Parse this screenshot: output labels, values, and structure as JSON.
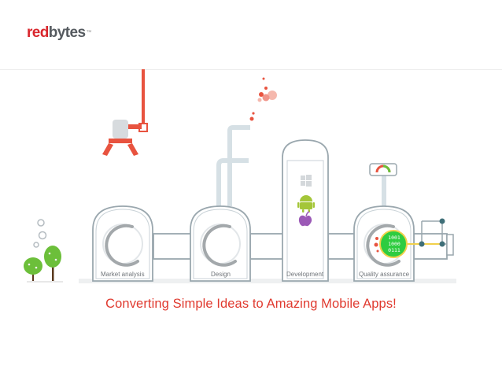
{
  "header": {
    "logo": {
      "part1": "red",
      "part2": "bytes",
      "mark": "™"
    }
  },
  "stages": [
    {
      "label": "Market analysis"
    },
    {
      "label": "Design"
    },
    {
      "label": "Development"
    },
    {
      "label": "Quality assurance"
    }
  ],
  "platform_icons": [
    "windows-icon",
    "android-icon",
    "apple-icon"
  ],
  "binary": [
    "1001",
    "1000",
    "0111"
  ],
  "tagline": "Converting Simple Ideas to Amazing Mobile Apps!",
  "colors": {
    "accent_red": "#e03a2f",
    "logo_red": "#d9262c",
    "logo_gray": "#555a5f",
    "machine_stroke": "#9aa7ae",
    "pipe": "#c9d4da",
    "tree_green": "#6cbf3a",
    "android_green": "#a4c639",
    "apple_purple": "#9b59b6",
    "qa_green": "#2ecc40",
    "node_teal": "#3f6f78"
  }
}
